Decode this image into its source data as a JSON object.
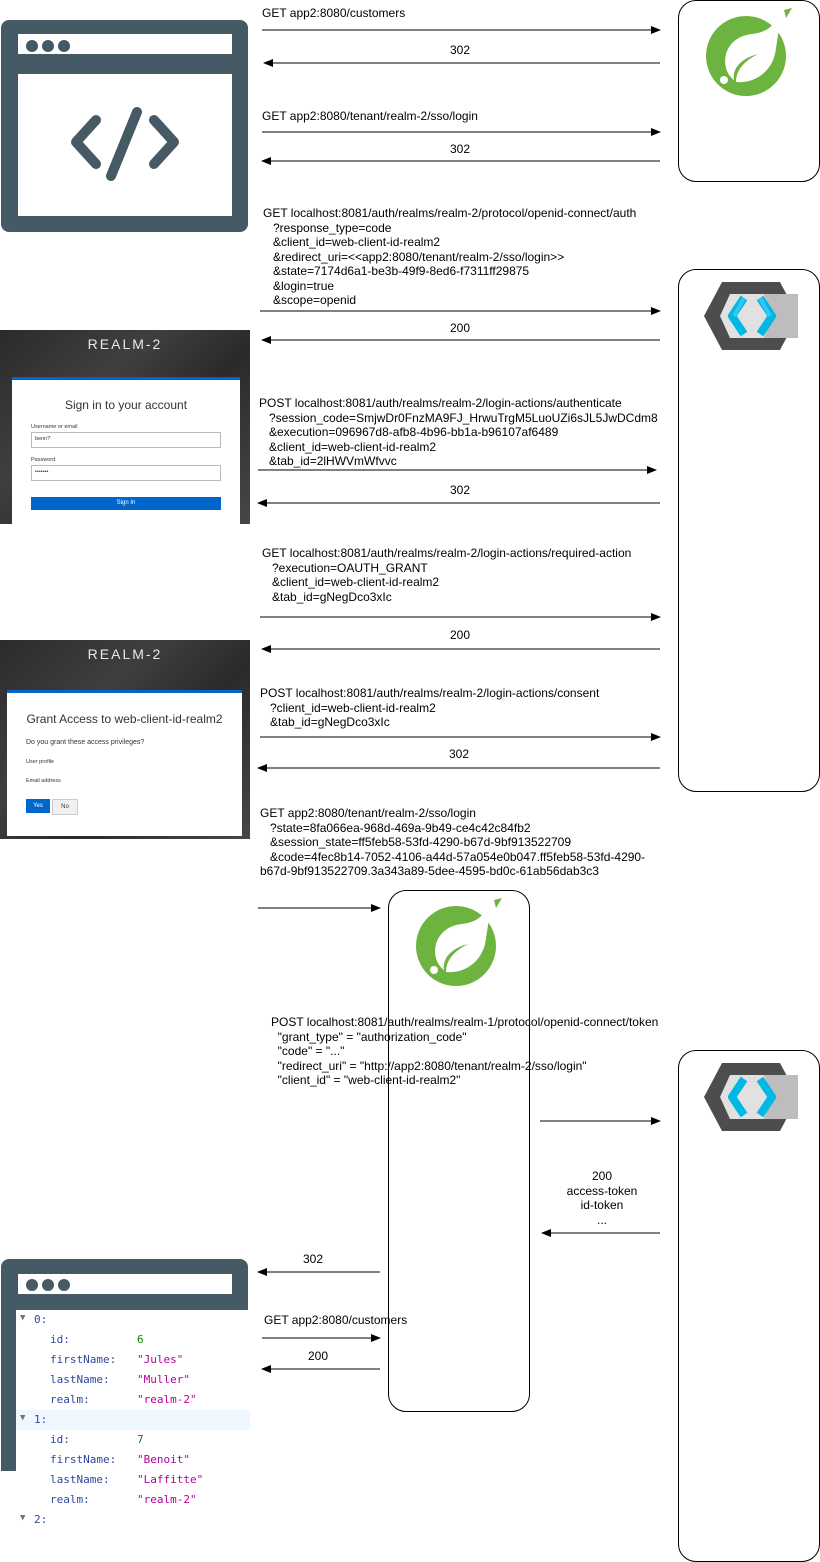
{
  "app_server": {
    "name": "app2:8080",
    "icon": "spring-leaf-icon",
    "color": "#6db33f"
  },
  "auth_server": {
    "name": "localhost:8081",
    "icon": "keycloak-icon",
    "color": "#00b8e3"
  },
  "steps": {
    "s1_request": "GET app2:8080/customers",
    "s1_response": "302",
    "s2_request": "GET app2:8080/tenant/realm-2/sso/login",
    "s2_response": "302",
    "s3_request": "GET localhost:8081/auth/realms/realm-2/protocol/openid-connect/auth\n   ?response_type=code\n   &client_id=web-client-id-realm2\n   &redirect_uri=<<app2:8080/tenant/realm-2/sso/login>>\n   &state=7174d6a1-be3b-49f9-8ed6-f7311ff29875\n   &login=true\n   &scope=openid",
    "s3_response": "200",
    "s4_request": "POST localhost:8081/auth/realms/realm-2/login-actions/authenticate\n   ?session_code=SmjwDr0FnzMA9FJ_HrwuTrgM5LuoUZi6sJL5JwDCdm8\n   &execution=096967d8-afb8-4b96-bb1a-b96107af6489\n   &client_id=web-client-id-realm2\n   &tab_id=2lHWVmWfvvc",
    "s4_response": "302",
    "s5_request": "GET localhost:8081/auth/realms/realm-2/login-actions/required-action\n   ?execution=OAUTH_GRANT\n   &client_id=web-client-id-realm2\n   &tab_id=gNegDco3xIc",
    "s5_response": "200",
    "s6_request": "POST localhost:8081/auth/realms/realm-2/login-actions/consent\n   ?client_id=web-client-id-realm2\n   &tab_id=gNegDco3xIc",
    "s6_response": "302",
    "s7_request": "GET app2:8080/tenant/realm-2/sso/login\n   ?state=8fa066ea-968d-469a-9b49-ce4c42c84fb2\n   &session_state=ff5feb58-53fd-4290-b67d-9bf913522709\n   &code=4fec8b14-7052-4106-a44d-57a054e0b047.ff5feb58-53fd-4290-\nb67d-9bf913522709.3a343a89-5dee-4595-bd0c-61ab56dab3c3",
    "s8_request": "POST localhost:8081/auth/realms/realm-1/protocol/openid-connect/token\n  \"grant_type\" = \"authorization_code\"\n  \"code\" = \"...\"\n  \"redirect_uri\" = \"http://app2:8080/tenant/realm-2/sso/login\"\n  \"client_id\" = \"web-client-id-realm2\"",
    "s8_response": "200\naccess-token\nid-token\n...",
    "s9_response": "302",
    "s10_request": "GET app2:8080/customers",
    "s10_response": "200"
  },
  "login_screen": {
    "realm": "REALM-2",
    "title": "Sign in to your account",
    "username_label": "Username or email",
    "username_value": "benn?",
    "password_label": "Password",
    "password_value": "•••••••",
    "submit": "Sign In"
  },
  "consent_screen": {
    "realm": "REALM-2",
    "title": "Grant Access to web-client-id-realm2",
    "question": "Do you grant these access privileges?",
    "item1": "User profile",
    "item2": "Email address",
    "yes": "Yes",
    "no": "No"
  },
  "json_result": {
    "items": [
      {
        "index": "0:",
        "id_key": "id:",
        "id": "6",
        "fn_key": "firstName:",
        "firstName": "\"Jules\"",
        "ln_key": "lastName:",
        "lastName": "\"Muller\"",
        "r_key": "realm:",
        "realm": "\"realm-2\""
      },
      {
        "index": "1:",
        "id_key": "id:",
        "id": "7",
        "fn_key": "firstName:",
        "firstName": "\"Benoit\"",
        "ln_key": "lastName:",
        "lastName": "\"Laffitte\"",
        "r_key": "realm:",
        "realm": "\"realm-2\""
      },
      {
        "index": "2:"
      }
    ]
  }
}
